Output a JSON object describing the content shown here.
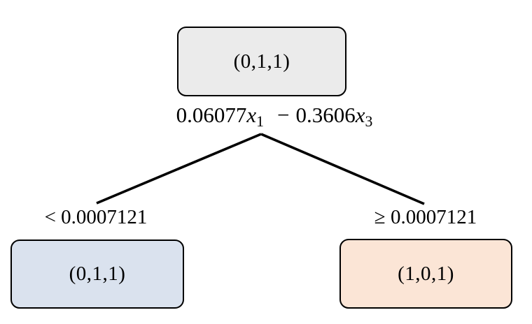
{
  "diagram": {
    "background": "#ffffff",
    "line_color": "#000000",
    "text_color": "#000000",
    "root_node": {
      "label": "(0,1,1)",
      "fill": "#ebebeb",
      "border": "#000000"
    },
    "split_expression": {
      "term1_coef": "0.06077",
      "term1_var": "x",
      "term1_sub": "1",
      "operator": "−",
      "term2_coef": "0.3606",
      "term2_var": "x",
      "term2_sub": "3"
    },
    "left_branch": {
      "condition": "< 0.0007121",
      "node": {
        "label": "(0,1,1)",
        "fill": "#dae2ee",
        "border": "#000000"
      }
    },
    "right_branch": {
      "condition": "≥ 0.0007121",
      "node": {
        "label": "(1,0,1)",
        "fill": "#fbe5d6",
        "border": "#000000"
      }
    }
  }
}
